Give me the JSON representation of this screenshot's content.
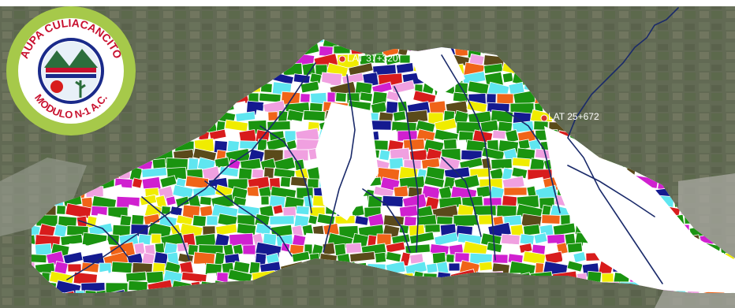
{
  "map": {
    "labels": {
      "lat1": "LAT 37+320",
      "lat2": "LAT 25+672"
    },
    "colors": {
      "satellite_base": "#5e6650",
      "crop_green": "#1a9410",
      "crop_cyan": "#5fe6f0",
      "crop_yellow": "#f0ec00",
      "crop_red": "#d81c1c",
      "crop_orange": "#f06418",
      "crop_brown": "#5a4a1a",
      "crop_pink": "#f0a0e0",
      "crop_magenta": "#d020d0",
      "crop_navy": "#141a90",
      "canal": "#1a2a6a",
      "unplanted": "#ffffff",
      "marker": "#d8342a"
    }
  },
  "logo": {
    "text_top": "AUPA CULIACANCITO",
    "text_bottom": "MODULO N-1 A.C.",
    "colors": {
      "outer_ring": "#a6c94a",
      "inner_ring": "#1a2a8a",
      "text": "#c8102e"
    }
  }
}
